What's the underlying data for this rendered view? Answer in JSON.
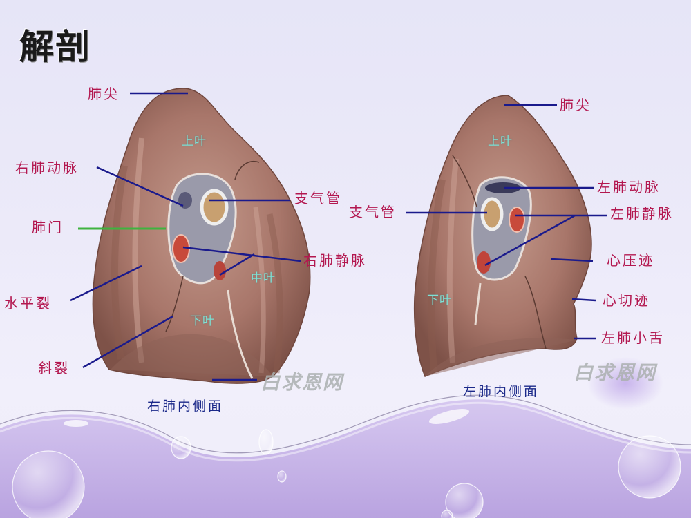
{
  "slide": {
    "title": "解剖",
    "colors": {
      "label_text": "#b3174f",
      "lobe_text": "#7fe0d4",
      "leader_line": "#1a1a8c",
      "hilum_line": "#3fb33f",
      "caption_text": "#1c2a8a",
      "wave_fill": "#c9b7ea",
      "lung_tissue": "#a9776a"
    }
  },
  "right_lung": {
    "caption": "右肺内侧面",
    "lobes": {
      "upper": "上叶",
      "middle": "中叶",
      "lower": "下叶"
    },
    "labels": {
      "apex": "肺尖",
      "pulmonary_artery": "右肺动脉",
      "hilum": "肺门",
      "horizontal_fissure": "水平裂",
      "oblique_fissure": "斜裂",
      "bronchus": "支气管",
      "pulmonary_vein": "右肺静脉"
    }
  },
  "left_lung": {
    "caption": "左肺内侧面",
    "lobes": {
      "upper": "上叶",
      "lower": "下叶"
    },
    "labels": {
      "apex": "肺尖",
      "pulmonary_artery": "左肺动脉",
      "bronchus": "支气管",
      "pulmonary_vein": "左肺静脉",
      "cardiac_impression": "心压迹",
      "cardiac_notch": "心切迹",
      "lingula": "左肺小舌"
    }
  },
  "watermarks": [
    "白求恩网",
    "白求恩网"
  ]
}
